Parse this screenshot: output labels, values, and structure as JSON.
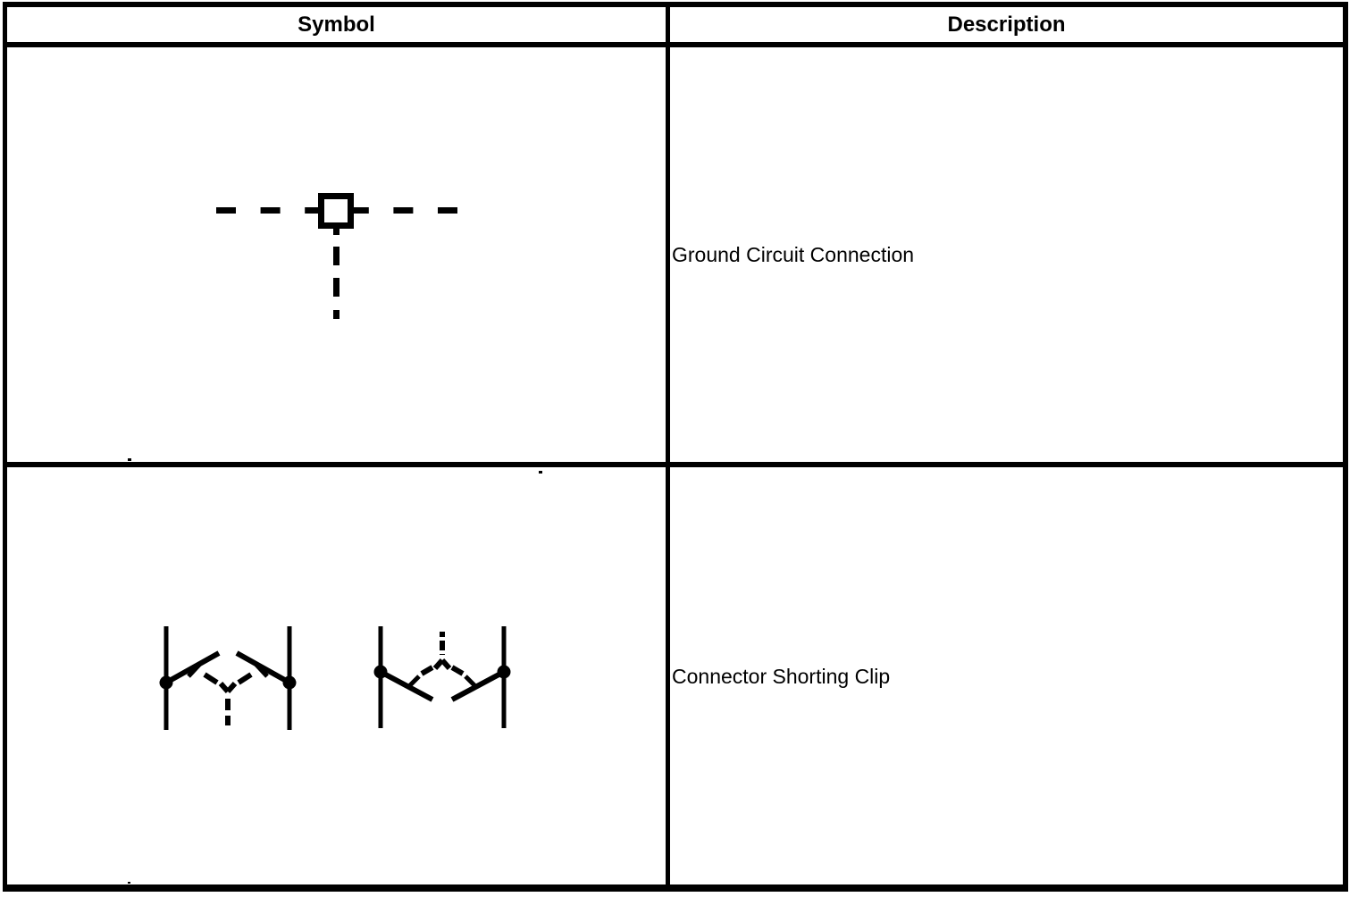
{
  "table": {
    "headers": {
      "symbol": "Symbol",
      "description": "Description"
    },
    "rows": [
      {
        "symbol": "ground-circuit-connection",
        "description": "Ground Circuit Connection"
      },
      {
        "symbol": "connector-shorting-clip",
        "description": "Connector Shorting Clip"
      }
    ]
  },
  "colors": {
    "line": "#000000",
    "background": "#ffffff"
  }
}
